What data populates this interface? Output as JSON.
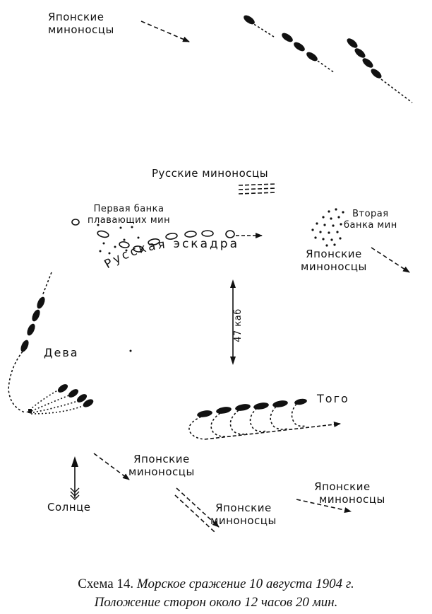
{
  "labels": {
    "jap_tb_1": [
      "Японские",
      "миноносцы"
    ],
    "rus_tb": "Русские миноносцы",
    "first_bank": [
      "Первая банка",
      "плавающих мин"
    ],
    "rus_squadron": "Русская эскадра",
    "second_bank": [
      "Вторая",
      "банка мин"
    ],
    "jap_tb_2": [
      "Японские",
      "миноносцы"
    ],
    "dist": "47 каб",
    "deva": "Дева",
    "togo": "Того",
    "jap_tb_3": [
      "Японские",
      "миноносцы"
    ],
    "jap_tb_4": [
      "Японские",
      "миноносцы"
    ],
    "jap_tb_5": [
      "Японские",
      "миноносцы"
    ],
    "sun": "Солнце"
  },
  "caption": {
    "number": "Схема 14.",
    "title": "Морское сражение 10 августа 1904 г.",
    "subtitle": "Положение сторон около 12 часов 20 мин."
  }
}
